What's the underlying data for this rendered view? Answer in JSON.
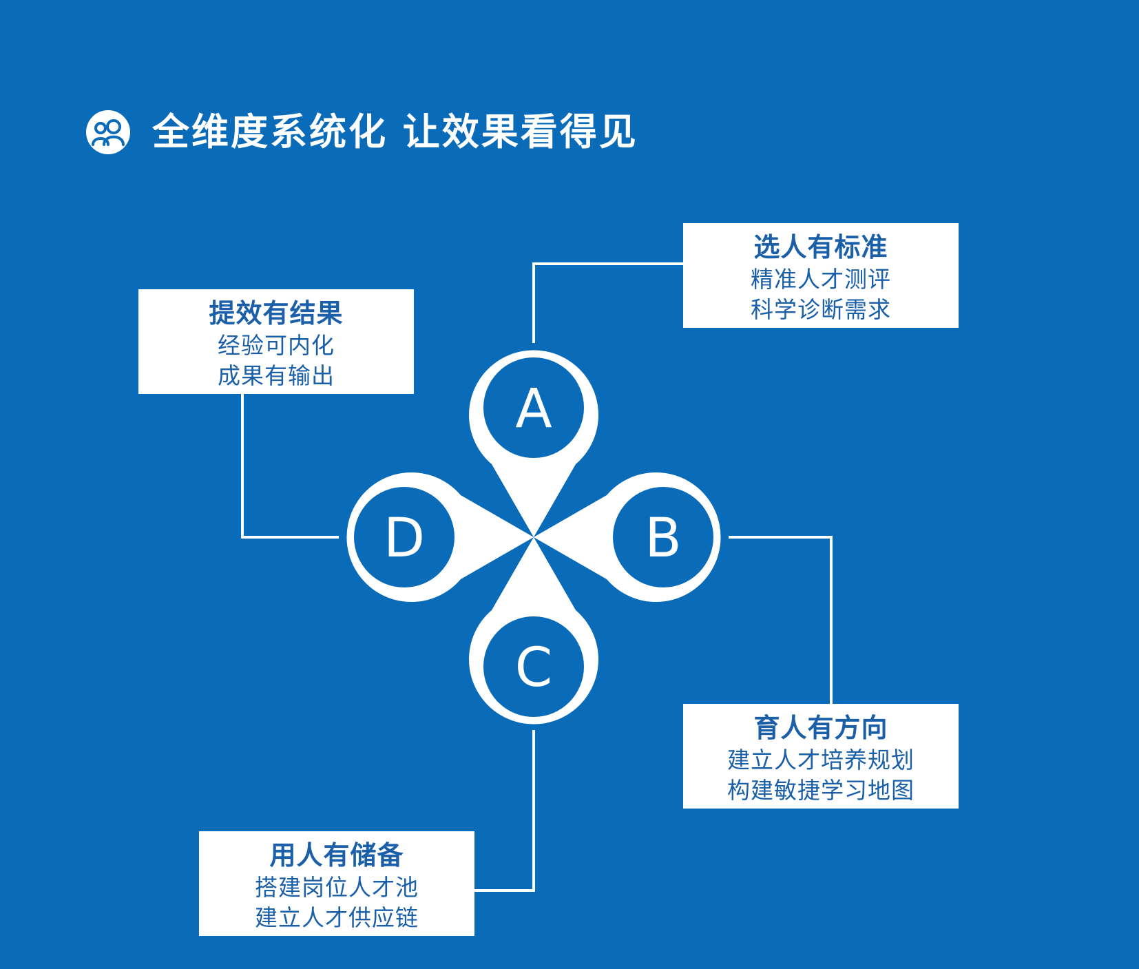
{
  "header": {
    "title": "全维度系统化  让效果看得见",
    "icon": "people-group-icon"
  },
  "petals": [
    {
      "id": "a",
      "letter": "A"
    },
    {
      "id": "b",
      "letter": "B"
    },
    {
      "id": "c",
      "letter": "C"
    },
    {
      "id": "d",
      "letter": "D"
    }
  ],
  "cards": {
    "a": {
      "title": "选人有标准",
      "lines": [
        "精准人才测评",
        "科学诊断需求"
      ]
    },
    "b": {
      "title": "育人有方向",
      "lines": [
        "建立人才培养规划",
        "构建敏捷学习地图"
      ]
    },
    "c": {
      "title": "用人有储备",
      "lines": [
        "搭建岗位人才池",
        "建立人才供应链"
      ]
    },
    "d": {
      "title": "提效有结果",
      "lines": [
        "经验可内化",
        "成果有输出"
      ]
    }
  },
  "colors": {
    "background": "#0a6bb9",
    "foreground": "#ffffff",
    "card_text": "#1a5fa8"
  }
}
